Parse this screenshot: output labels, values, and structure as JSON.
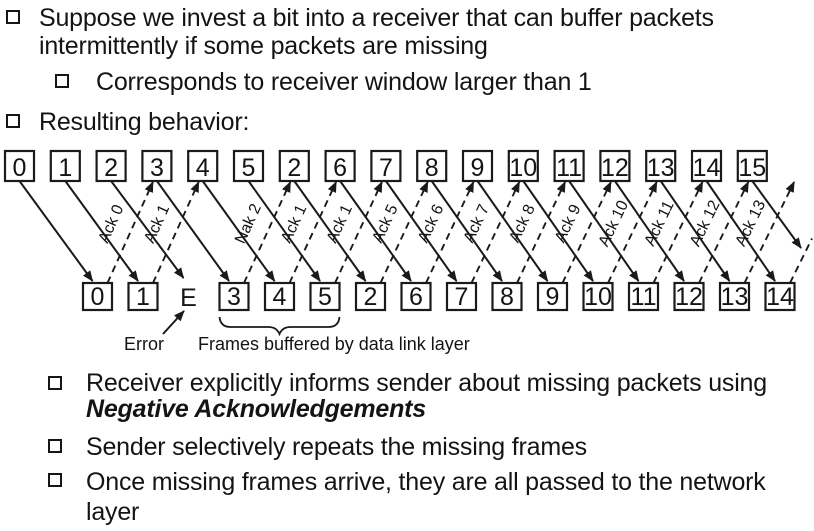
{
  "slide": {
    "bullet1_line1": "Suppose we invest a bit into a receiver that can buffer packets",
    "bullet1_line2": "intermittently if some packets are missing",
    "bullet1_sub": "Corresponds to receiver window larger than 1",
    "bullet2": "Resulting behavior:",
    "bullet3_line1": "Receiver explicitly informs sender about missing packets using",
    "bullet3_line2": "Negative Acknowledgements",
    "bullet4": "Sender selectively repeats the missing frames",
    "bullet5_line1": "Once missing frames arrive, they are all passed to the network",
    "bullet5_line2": "layer"
  },
  "diagram": {
    "ink_color": "#1a1a1a",
    "top_frames": [
      "0",
      "1",
      "2",
      "3",
      "4",
      "5",
      "2",
      "6",
      "7",
      "8",
      "9",
      "10",
      "11",
      "12",
      "13",
      "14",
      "15"
    ],
    "bottom_frames": [
      "0",
      "1",
      "E",
      "3",
      "4",
      "5",
      "2",
      "6",
      "7",
      "8",
      "9",
      "10",
      "11",
      "12",
      "13",
      "14"
    ],
    "error_index": 2,
    "error_cell_label": "E",
    "error_pointer_label": "Error",
    "buffered_label": "Frames buffered by data link layer",
    "buffered_range": [
      3,
      5
    ],
    "acks": [
      {
        "from": 0,
        "label": "Ack 0"
      },
      {
        "from": 1,
        "label": "Ack 1"
      },
      {
        "from": 3,
        "label": "Nak 2"
      },
      {
        "from": 4,
        "label": "Ack 1"
      },
      {
        "from": 5,
        "label": "Ack 1"
      },
      {
        "from": 6,
        "label": "Ack 5"
      },
      {
        "from": 7,
        "label": "Ack 6"
      },
      {
        "from": 8,
        "label": "Ack 7"
      },
      {
        "from": 9,
        "label": "Ack 8"
      },
      {
        "from": 10,
        "label": "Ack 9"
      },
      {
        "from": 11,
        "label": "Ack 10"
      },
      {
        "from": 12,
        "label": "Ack 11"
      },
      {
        "from": 13,
        "label": "Ack 12"
      },
      {
        "from": 14,
        "label": "Ack 13"
      },
      {
        "from": 15,
        "label": ""
      }
    ]
  }
}
